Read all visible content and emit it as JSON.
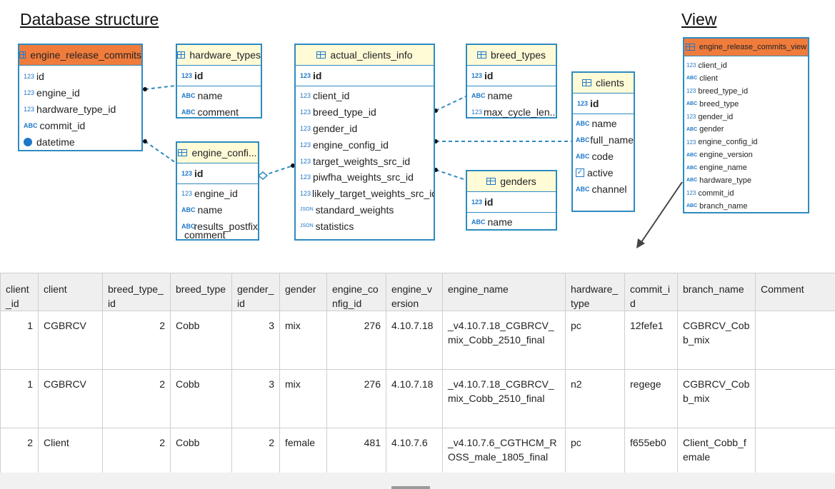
{
  "headings": {
    "left": "Database structure",
    "right": "View"
  },
  "entities": {
    "engine_release_commits": {
      "title": "engine_release_commits",
      "columns": [
        {
          "icon": "123",
          "name": "id"
        },
        {
          "icon": "123",
          "name": "engine_id"
        },
        {
          "icon": "123",
          "name": "hardware_type_id"
        },
        {
          "icon": "ABC",
          "name": "commit_id"
        },
        {
          "icon": "clock",
          "name": "datetime"
        }
      ]
    },
    "hardware_types": {
      "title": "hardware_types",
      "pk": "id",
      "columns": [
        {
          "icon": "ABC",
          "name": "name"
        },
        {
          "icon": "ABC",
          "name": "comment"
        }
      ]
    },
    "engine_configs": {
      "title": "engine_confi...",
      "pk": "id",
      "columns": [
        {
          "icon": "123",
          "name": "engine_id"
        },
        {
          "icon": "ABC",
          "name": "name"
        },
        {
          "icon": "ABC",
          "name": "results_postfix"
        }
      ],
      "overflow_text": "comment"
    },
    "actual_clients_info": {
      "title": "actual_clients_info",
      "pk": "id",
      "columns": [
        {
          "icon": "123",
          "name": "client_id"
        },
        {
          "icon": "123",
          "name": "breed_type_id"
        },
        {
          "icon": "123",
          "name": "gender_id"
        },
        {
          "icon": "123",
          "name": "engine_config_id"
        },
        {
          "icon": "123",
          "name": "target_weights_src_id"
        },
        {
          "icon": "123",
          "name": "piwfha_weights_src_id"
        },
        {
          "icon": "123",
          "name": "likely_target_weights_src_id"
        },
        {
          "icon": "JSON",
          "name": "standard_weights"
        },
        {
          "icon": "JSON",
          "name": "statistics"
        }
      ]
    },
    "breed_types": {
      "title": "breed_types",
      "pk": "id",
      "columns": [
        {
          "icon": "ABC",
          "name": "name"
        },
        {
          "icon": "123",
          "name": "max_cycle_len..."
        }
      ]
    },
    "genders": {
      "title": "genders",
      "pk": "id",
      "columns": [
        {
          "icon": "ABC",
          "name": "name"
        }
      ]
    },
    "clients": {
      "title": "clients",
      "pk": "id",
      "columns": [
        {
          "icon": "ABC",
          "name": "name"
        },
        {
          "icon": "ABC",
          "name": "full_name"
        },
        {
          "icon": "ABC",
          "name": "code"
        },
        {
          "icon": "check",
          "name": "active"
        },
        {
          "icon": "ABC",
          "name": "channel"
        }
      ]
    },
    "view": {
      "title": "engine_release_commits_view",
      "columns": [
        {
          "icon": "123",
          "name": "client_id"
        },
        {
          "icon": "ABC",
          "name": "client"
        },
        {
          "icon": "123",
          "name": "breed_type_id"
        },
        {
          "icon": "ABC",
          "name": "breed_type"
        },
        {
          "icon": "123",
          "name": "gender_id"
        },
        {
          "icon": "ABC",
          "name": "gender"
        },
        {
          "icon": "123",
          "name": "engine_config_id"
        },
        {
          "icon": "ABC",
          "name": "engine_version"
        },
        {
          "icon": "ABC",
          "name": "engine_name"
        },
        {
          "icon": "ABC",
          "name": "hardware_type"
        },
        {
          "icon": "123",
          "name": "commit_id"
        },
        {
          "icon": "ABC",
          "name": "branch_name"
        }
      ]
    }
  },
  "table": {
    "headers": [
      "client_id",
      "client",
      "breed_type_id",
      "breed_type",
      "gender_id",
      "gender",
      "engine_config_id",
      "engine_version",
      "engine_name",
      "hardware_type",
      "commit_id",
      "branch_name",
      "Comment"
    ],
    "rows": [
      [
        "1",
        "CGBRCV",
        "2",
        "Cobb",
        "3",
        "mix",
        "276",
        "4.10.7.18",
        "_v4.10.7.18_CGBRCV_mix_Cobb_2510_final",
        "pc",
        "12fefe1",
        "CGBRCV_Cobb_mix",
        ""
      ],
      [
        "1",
        "CGBRCV",
        "2",
        "Cobb",
        "3",
        "mix",
        "276",
        "4.10.7.18",
        "_v4.10.7.18_CGBRCV_mix_Cobb_2510_final",
        "n2",
        "regege",
        "CGBRCV_Cobb_mix",
        ""
      ],
      [
        "2",
        "Client",
        "2",
        "Cobb",
        "2",
        "female",
        "481",
        "4.10.7.6",
        "_v4.10.7.6_CGTHCM_ROSS_male_1805_final",
        "pc",
        "f655eb0",
        "Client_Cobb_female",
        ""
      ]
    ]
  },
  "colors": {
    "border": "#2e8bc0",
    "header_yellow": "#fffbd7",
    "header_orange": "#f07c3c"
  }
}
